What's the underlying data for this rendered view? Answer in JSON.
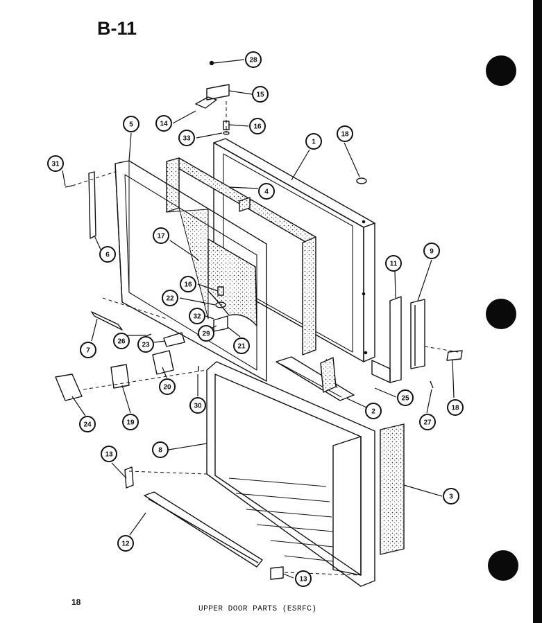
{
  "page": {
    "section_code": "B-11",
    "page_number": "18",
    "caption": "UPPER DOOR PARTS (ESRFC)"
  },
  "callouts": [
    {
      "id": "c-28",
      "label": "28"
    },
    {
      "id": "c-15",
      "label": "15"
    },
    {
      "id": "c-14",
      "label": "14"
    },
    {
      "id": "c-16a",
      "label": "16"
    },
    {
      "id": "c-33",
      "label": "33"
    },
    {
      "id": "c-5",
      "label": "5"
    },
    {
      "id": "c-1",
      "label": "1"
    },
    {
      "id": "c-18a",
      "label": "18"
    },
    {
      "id": "c-31",
      "label": "31"
    },
    {
      "id": "c-4",
      "label": "4"
    },
    {
      "id": "c-6",
      "label": "6"
    },
    {
      "id": "c-17",
      "label": "17"
    },
    {
      "id": "c-16b",
      "label": "16"
    },
    {
      "id": "c-22",
      "label": "22"
    },
    {
      "id": "c-32",
      "label": "32"
    },
    {
      "id": "c-29",
      "label": "29"
    },
    {
      "id": "c-21",
      "label": "21"
    },
    {
      "id": "c-7",
      "label": "7"
    },
    {
      "id": "c-26",
      "label": "26"
    },
    {
      "id": "c-23",
      "label": "23"
    },
    {
      "id": "c-11",
      "label": "11"
    },
    {
      "id": "c-9",
      "label": "9"
    },
    {
      "id": "c-20",
      "label": "20"
    },
    {
      "id": "c-30",
      "label": "30"
    },
    {
      "id": "c-19",
      "label": "19"
    },
    {
      "id": "c-24",
      "label": "24"
    },
    {
      "id": "c-2",
      "label": "2"
    },
    {
      "id": "c-25",
      "label": "25"
    },
    {
      "id": "c-27",
      "label": "27"
    },
    {
      "id": "c-18b",
      "label": "18"
    },
    {
      "id": "c-8",
      "label": "8"
    },
    {
      "id": "c-13a",
      "label": "13"
    },
    {
      "id": "c-3",
      "label": "3"
    },
    {
      "id": "c-12",
      "label": "12"
    },
    {
      "id": "c-13b",
      "label": "13"
    }
  ]
}
